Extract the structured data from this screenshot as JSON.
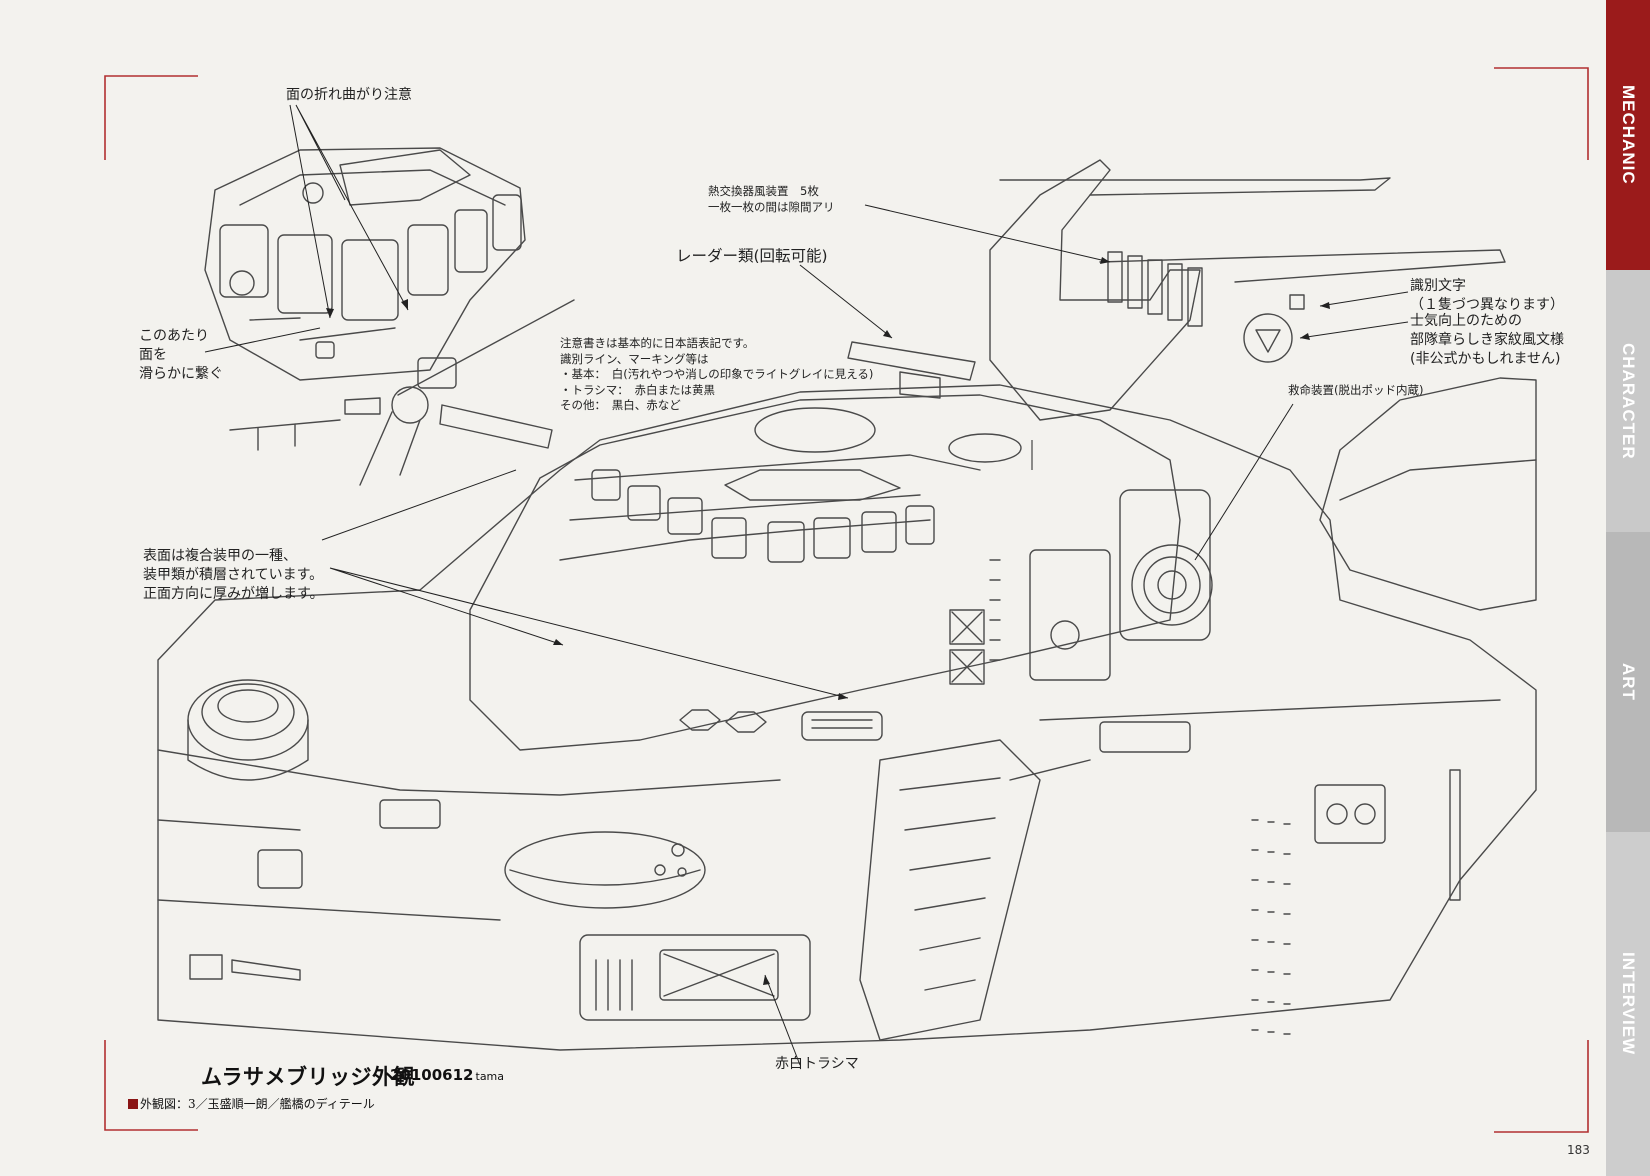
{
  "annotations": {
    "fold": "面の折れ曲がり注意",
    "smooth": [
      "このあたり",
      "面を",
      "滑らかに繋ぐ"
    ],
    "heat": [
      "熱交換器風装置　5枚",
      "一枚一枚の間は隙間アリ"
    ],
    "radar": "レーダー類(回転可能)",
    "notes": [
      "注意書きは基本的に日本語表記です。",
      "識別ライン、マーキング等は",
      "・基本：　白(汚れやつや消しの印象でライトグレイに見える)",
      "・トラシマ：　赤白または黄黒",
      "その他：　黒白、赤など"
    ],
    "ident": [
      "識別文字",
      "（１隻づつ異なります）"
    ],
    "emblem": [
      "士気向上のための",
      "部隊章らしき家紋風文様",
      "(非公式かもしれません)"
    ],
    "lifeboat": "救命装置(脱出ポッド内蔵)",
    "armor": [
      "表面は複合装甲の一種、",
      "装甲類が積層されています。",
      "正面方向に厚みが増します。"
    ],
    "stripe": "赤白トラシマ"
  },
  "title": "ムラサメブリッジ外観",
  "date": "20100612",
  "author": "tama",
  "subtitle": "外観図：3／玉盛順一朗／艦橋のディテール",
  "page_number": "183",
  "tabs": [
    "MECHANIC",
    "CHARACTER",
    "ART",
    "INTERVIEW"
  ]
}
